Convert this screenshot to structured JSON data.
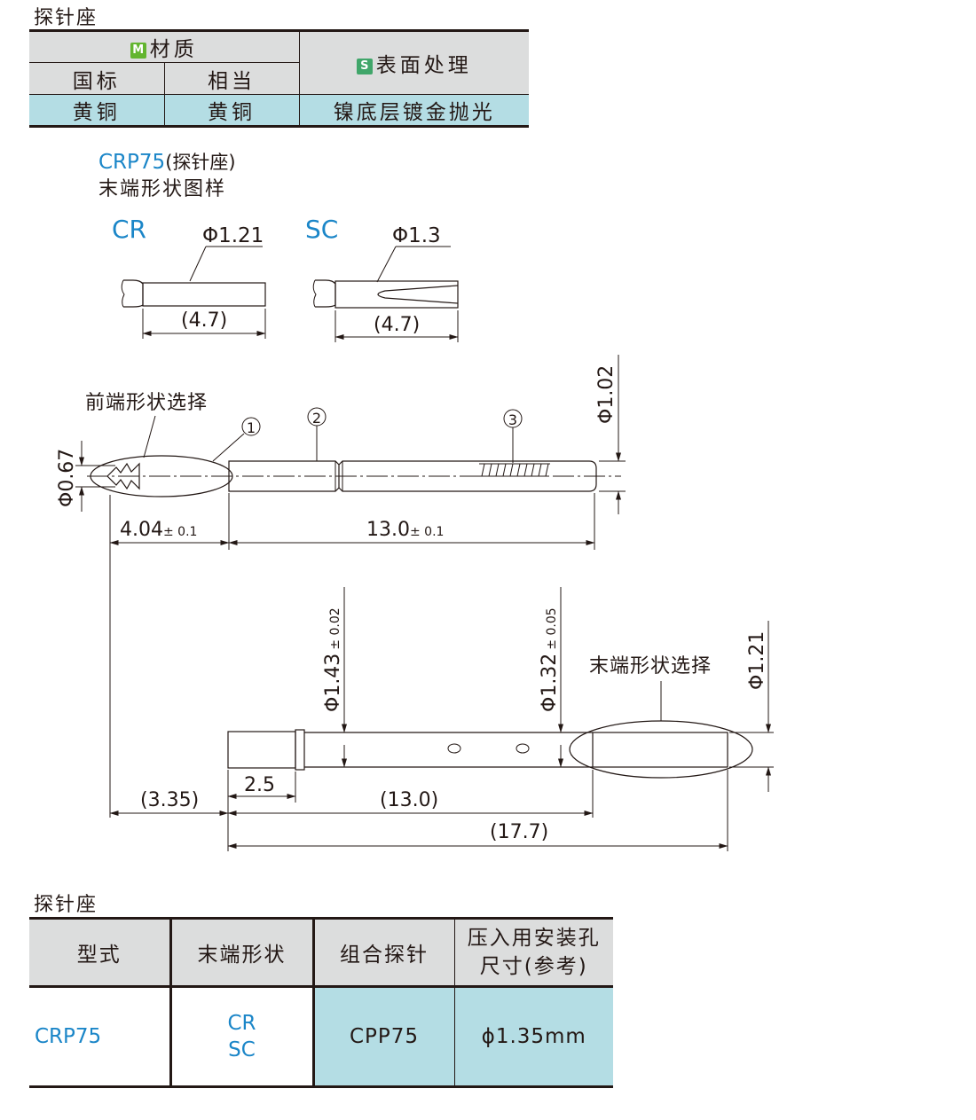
{
  "top_section": {
    "title": "探针座"
  },
  "material_table": {
    "material_badge": "M",
    "material_header": "材质",
    "surface_badge": "S",
    "surface_header": "表面处理",
    "col_gb": "国标",
    "col_equiv": "相当",
    "gb_value": "黄铜",
    "equiv_value": "黄铜",
    "surface_value": "镍底层镀金抛光"
  },
  "drawing": {
    "model": "CRP75",
    "model_suffix": "(探针座)",
    "end_shape_title": "末端形状图样",
    "cr_label": "CR",
    "cr_dia": "Φ1.21",
    "cr_len": "(4.7)",
    "sc_label": "SC",
    "sc_dia": "Φ1.3",
    "sc_len": "(4.7)",
    "front_select": "前端形状选择",
    "callout_1": "1",
    "callout_2": "2",
    "callout_3": "3",
    "dia_102": "Φ1.02",
    "dia_067": "Φ0.67",
    "dim_404": "4.04",
    "tol_404": "± 0.1",
    "dim_130": "13.0",
    "tol_130": "± 0.1",
    "dia_143": "Φ1.43",
    "tol_143": "± 0.02",
    "dia_132": "Φ1.32",
    "tol_132": "± 0.05",
    "end_select": "末端形状选择",
    "dia_121": "Φ1.21",
    "dim_335": "(3.35)",
    "dim_25": "2.5",
    "dim_130p": "(13.0)",
    "dim_177": "(17.7)"
  },
  "bottom_section": {
    "title": "探针座"
  },
  "spec_table": {
    "headers": [
      "型式",
      "末端形状",
      "组合探针",
      "压入用安装孔",
      "尺寸(参考)"
    ],
    "model": "CRP75",
    "end_shapes": [
      "CR",
      "SC"
    ],
    "probe": "CPP75",
    "hole": "ϕ1.35mm"
  },
  "colors": {
    "accent_blue": "#1b86c8",
    "table_blue": "#b4dde4",
    "header_gray": "#dcdddd",
    "m_green": "#62b52f",
    "s_green": "#40a66a"
  }
}
